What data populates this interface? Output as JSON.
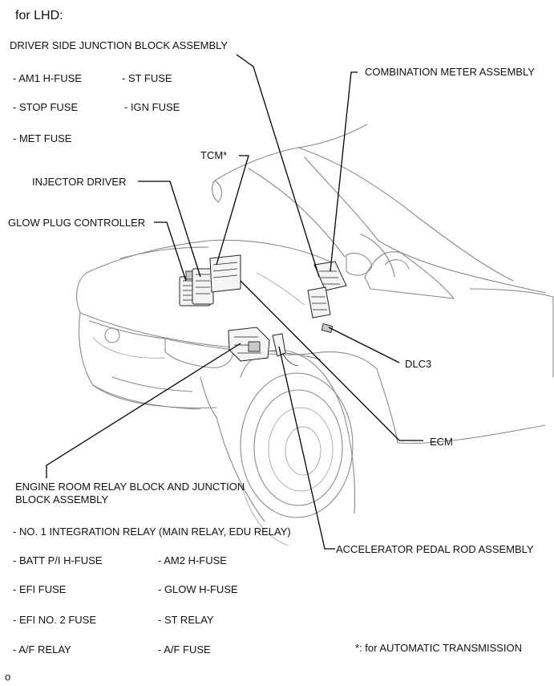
{
  "heading": "for LHD:",
  "labels": {
    "driver_jb": "DRIVER SIDE JUNCTION BLOCK ASSEMBLY",
    "am1_hfuse": "- AM1 H-FUSE",
    "st_fuse": "- ST FUSE",
    "stop_fuse": "- STOP FUSE",
    "ign_fuse": "- IGN FUSE",
    "met_fuse": "- MET FUSE",
    "tcm": "TCM*",
    "injector_driver": "INJECTOR DRIVER",
    "glow_plug_controller": "GLOW PLUG CONTROLLER",
    "combination_meter": "COMBINATION METER ASSEMBLY",
    "dlc3": "DLC3",
    "ecm": "ECM",
    "engine_room_rb_line1": "ENGINE ROOM RELAY BLOCK AND JUNCTION",
    "engine_room_rb_line2": "BLOCK ASSEMBLY",
    "no1_integration_relay": "- NO. 1 INTEGRATION RELAY (MAIN RELAY, EDU RELAY)",
    "batt_pi_hfuse": "- BATT P/I H-FUSE",
    "am2_hfuse": "- AM2 H-FUSE",
    "efi_fuse": "- EFI FUSE",
    "glow_hfuse": "- GLOW H-FUSE",
    "efi_no2_fuse": "- EFI NO. 2 FUSE",
    "st_relay": "- ST RELAY",
    "af_relay": "- A/F RELAY",
    "af_fuse": "- A/F FUSE",
    "accelerator_pedal": "ACCELERATOR PEDAL ROD ASSEMBLY",
    "footnote": "*: for AUTOMATIC TRANSMISSION",
    "corner_mark": "o"
  }
}
